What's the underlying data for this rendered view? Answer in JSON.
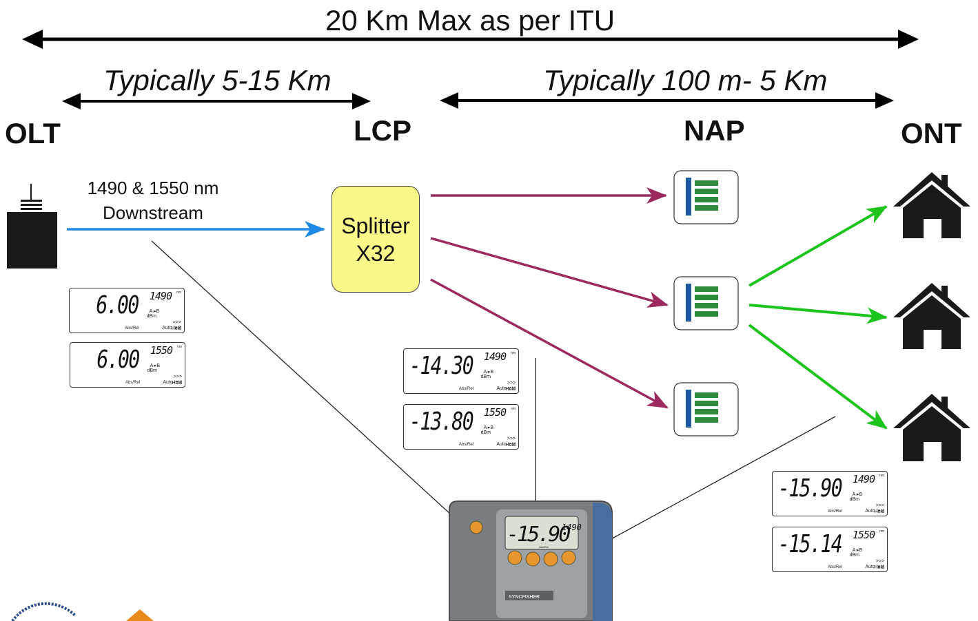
{
  "ranges": {
    "max": "20 Km Max as per ITU",
    "olt_lcp": "Typically 5-15 Km",
    "lcp_ont": "Typically 100 m- 5 Km"
  },
  "nodes": {
    "olt": "OLT",
    "lcp": "LCP",
    "nap": "NAP",
    "ont": "ONT"
  },
  "downstream": {
    "line1": "1490 & 1550 nm",
    "line2": "Downstream"
  },
  "splitter": {
    "line1": "Splitter",
    "line2": "X32"
  },
  "colors": {
    "downstream_arrow": "#1e88e5",
    "feeder_arrows": "#9c2a5f",
    "drop_arrows": "#1ec41e",
    "splitter_fill": "#fbf88a"
  },
  "meters": {
    "olt_1490": {
      "value": "6.00",
      "wavelength": "1490"
    },
    "olt_1550": {
      "value": "6.00",
      "wavelength": "1550"
    },
    "lcp_1490": {
      "value": "-14.30",
      "wavelength": "1490"
    },
    "lcp_1550": {
      "value": "-13.80",
      "wavelength": "1550"
    },
    "ont_1490": {
      "value": "-15.90",
      "wavelength": "1490"
    },
    "ont_1550": {
      "value": "-15.14",
      "wavelength": "1550"
    }
  },
  "meter_labels": {
    "ab": "A ▸B",
    "unit": "dBm",
    "more": ">>>",
    "auto": "Auto test",
    "hold": "Hold",
    "absrel": "Abs/Rel",
    "sub": "nm"
  },
  "device": {
    "display_value": "-15.90",
    "display_wavelength": "1490",
    "display_absrel": "Abs/Rel",
    "brand": "SYNCFISHER"
  },
  "icons": {
    "olt": "building-icon",
    "nap": "fiber-distribution-box-icon",
    "ont": "house-icon",
    "device": "optical-power-meter-icon"
  }
}
